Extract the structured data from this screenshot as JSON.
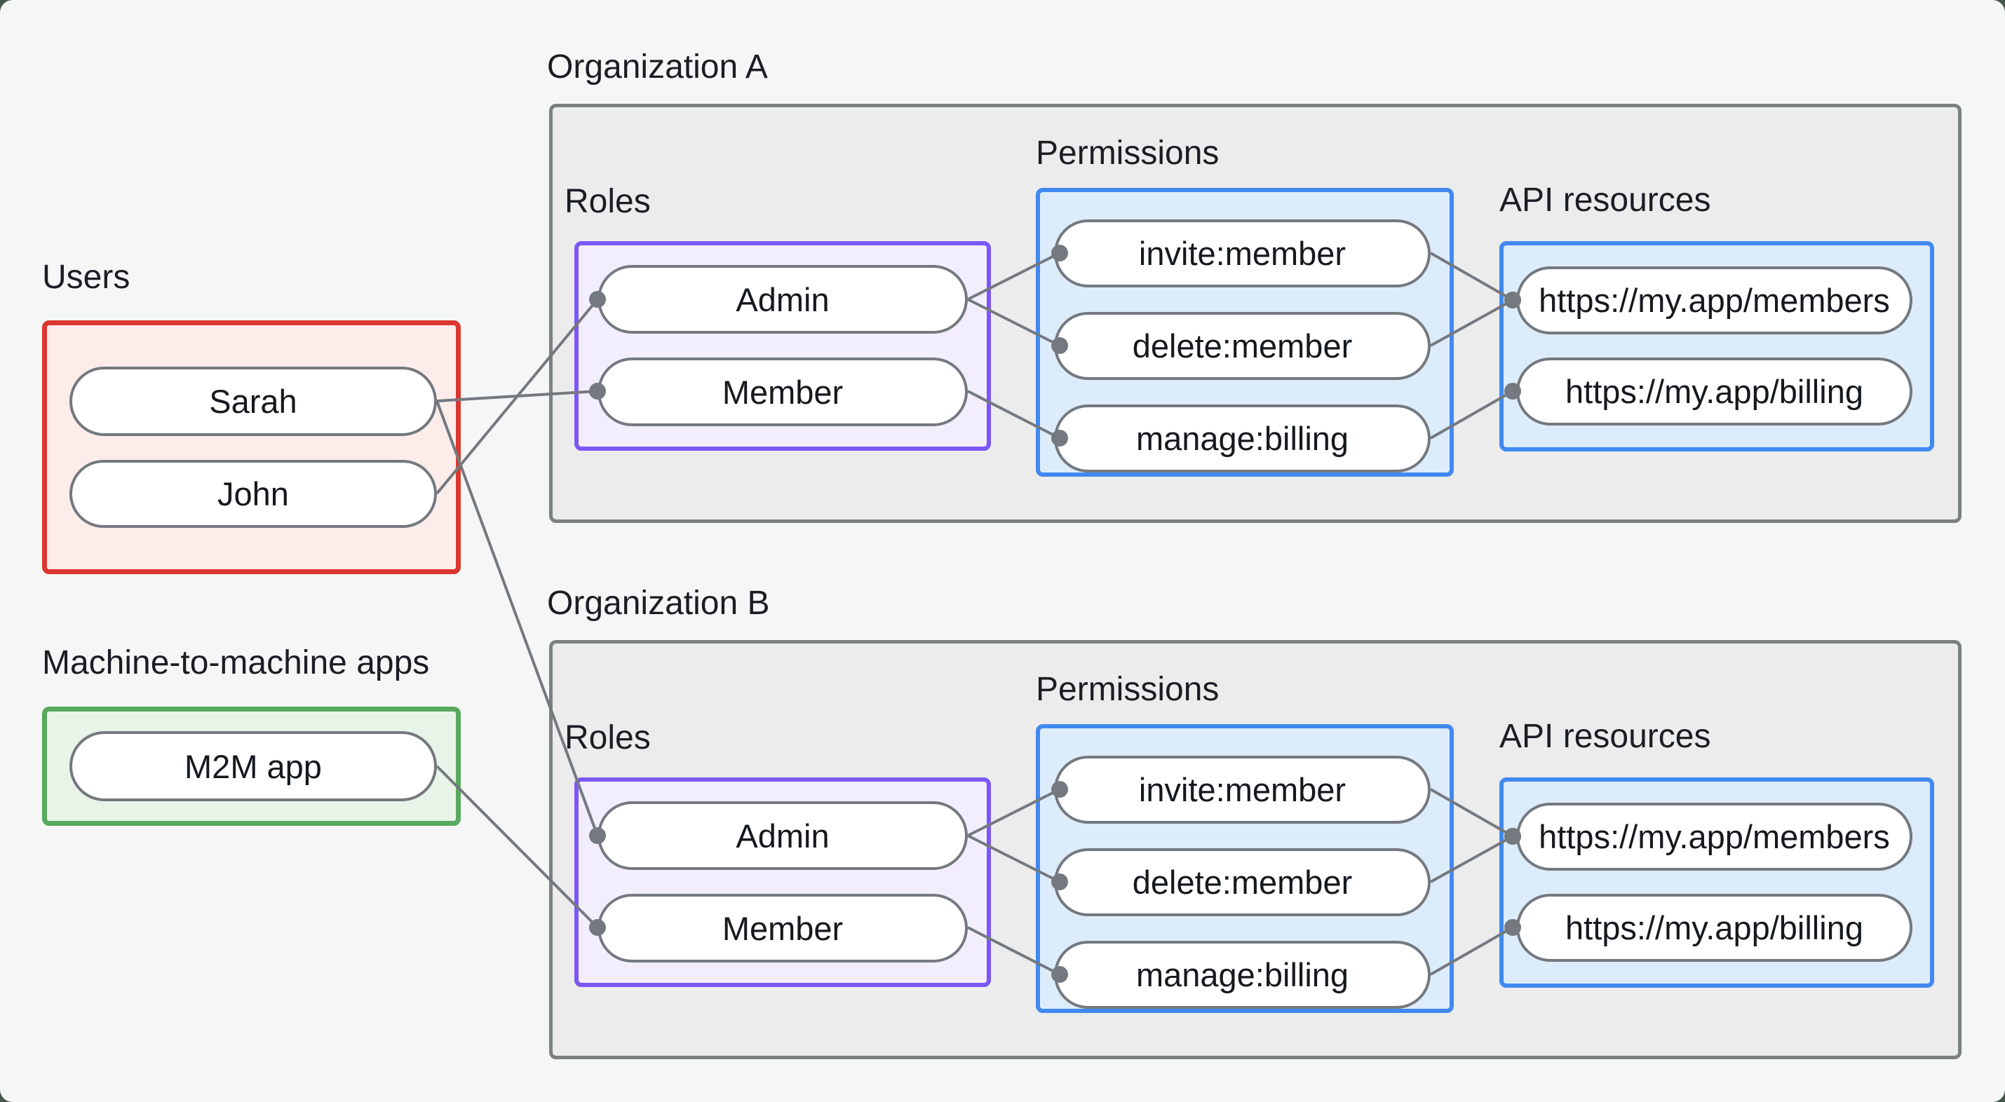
{
  "users_section": {
    "label": "Users",
    "items": [
      "Sarah",
      "John"
    ]
  },
  "m2m_section": {
    "label": "Machine-to-machine apps",
    "items": [
      "M2M app"
    ]
  },
  "organizations": [
    {
      "title": "Organization A",
      "roles_label": "Roles",
      "roles": [
        "Admin",
        "Member"
      ],
      "permissions_label": "Permissions",
      "permissions": [
        "invite:member",
        "delete:member",
        "manage:billing"
      ],
      "api_label": "API resources",
      "api_resources": [
        "https://my.app/members",
        "https://my.app/billing"
      ]
    },
    {
      "title": "Organization B",
      "roles_label": "Roles",
      "roles": [
        "Admin",
        "Member"
      ],
      "permissions_label": "Permissions",
      "permissions": [
        "invite:member",
        "delete:member",
        "manage:billing"
      ],
      "api_label": "API resources",
      "api_resources": [
        "https://my.app/members",
        "https://my.app/billing"
      ]
    }
  ],
  "connections": [
    {
      "from": "john",
      "to": "orgA-admin"
    },
    {
      "from": "sarah",
      "to": "orgA-member"
    },
    {
      "from": "sarah",
      "to": "orgB-admin"
    },
    {
      "from": "m2m-app",
      "to": "orgB-member"
    },
    {
      "from": "orgA-admin",
      "to": "orgA-invite"
    },
    {
      "from": "orgA-admin",
      "to": "orgA-delete"
    },
    {
      "from": "orgA-member",
      "to": "orgA-manage"
    },
    {
      "from": "orgA-invite",
      "to": "orgA-members"
    },
    {
      "from": "orgA-delete",
      "to": "orgA-members"
    },
    {
      "from": "orgA-manage",
      "to": "orgA-billing"
    },
    {
      "from": "orgB-admin",
      "to": "orgB-invite"
    },
    {
      "from": "orgB-admin",
      "to": "orgB-delete"
    },
    {
      "from": "orgB-member",
      "to": "orgB-manage"
    },
    {
      "from": "orgB-invite",
      "to": "orgB-members"
    },
    {
      "from": "orgB-delete",
      "to": "orgB-members"
    },
    {
      "from": "orgB-manage",
      "to": "orgB-billing"
    }
  ],
  "colors": {
    "background": "#f5f7f6",
    "users_accent": "#da372e",
    "m2m_accent": "#58a95c",
    "roles_accent": "#7c57f7",
    "permissions_accent": "#4189f0",
    "api_accent": "#4189f0",
    "connector": "#74797f",
    "text": "#1a1e24"
  }
}
